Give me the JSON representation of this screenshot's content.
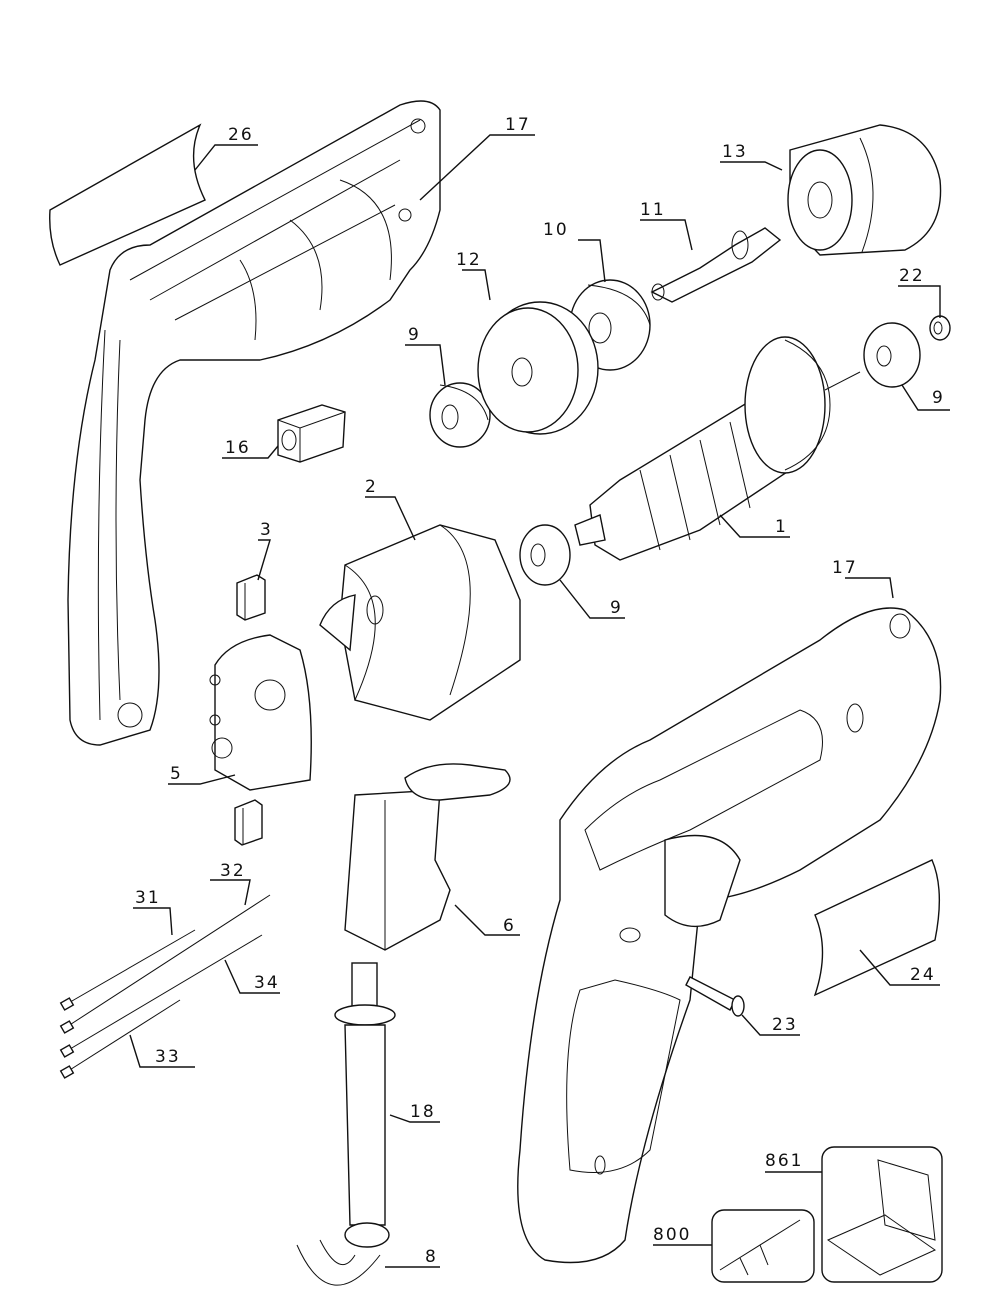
{
  "diagram": {
    "type": "exploded-parts-diagram",
    "subject": "Electric drill",
    "parts": [
      {
        "id": "p1",
        "number": "1",
        "name": "armature"
      },
      {
        "id": "p2",
        "number": "2",
        "name": "field-stator"
      },
      {
        "id": "p3",
        "number": "3",
        "name": "brush-upper"
      },
      {
        "id": "p3b",
        "number": "",
        "name": "brush-lower"
      },
      {
        "id": "p5",
        "number": "5",
        "name": "brush-holder"
      },
      {
        "id": "p6",
        "number": "6",
        "name": "switch"
      },
      {
        "id": "p8",
        "number": "8",
        "name": "cord-protector"
      },
      {
        "id": "p9a",
        "number": "9",
        "name": "bearing-left"
      },
      {
        "id": "p9b",
        "number": "9",
        "name": "bearing-right"
      },
      {
        "id": "p9c",
        "number": "9",
        "name": "bearing-center"
      },
      {
        "id": "p10",
        "number": "10",
        "name": "bearing"
      },
      {
        "id": "p11",
        "number": "11",
        "name": "spindle"
      },
      {
        "id": "p12",
        "number": "12",
        "name": "gear"
      },
      {
        "id": "p13",
        "number": "13",
        "name": "chuck"
      },
      {
        "id": "p16",
        "number": "16",
        "name": "cord-clamp"
      },
      {
        "id": "p17a",
        "number": "17",
        "name": "housing-left"
      },
      {
        "id": "p17b",
        "number": "17",
        "name": "housing-right"
      },
      {
        "id": "p18",
        "number": "18",
        "name": "cord"
      },
      {
        "id": "p22",
        "number": "22",
        "name": "small-bearing"
      },
      {
        "id": "p23",
        "number": "23",
        "name": "screw"
      },
      {
        "id": "p24",
        "number": "24",
        "name": "label-right"
      },
      {
        "id": "p26",
        "number": "26",
        "name": "label-left"
      },
      {
        "id": "p31",
        "number": "31",
        "name": "wire-31"
      },
      {
        "id": "p32",
        "number": "32",
        "name": "wire-32"
      },
      {
        "id": "p33",
        "number": "33",
        "name": "wire-33"
      },
      {
        "id": "p34",
        "number": "34",
        "name": "wire-34"
      },
      {
        "id": "p800",
        "number": "800",
        "name": "accessory-tool"
      },
      {
        "id": "p861",
        "number": "861",
        "name": "carry-case"
      }
    ]
  }
}
